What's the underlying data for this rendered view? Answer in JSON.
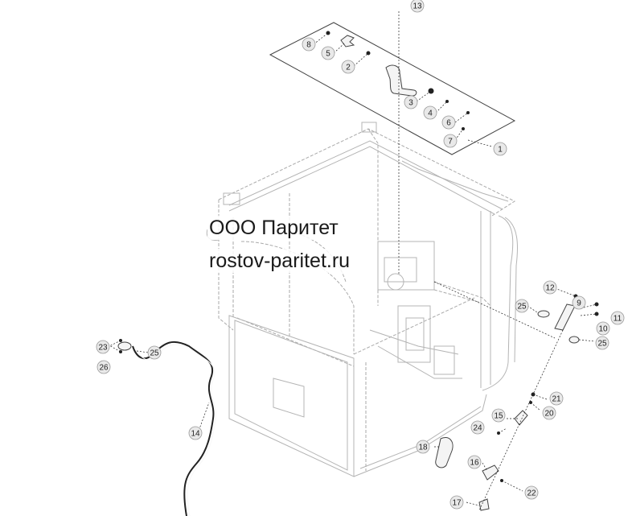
{
  "watermark": {
    "line1": "ООО Паритет",
    "line2": "rostov-paritet.ru"
  },
  "callouts": [
    {
      "id": "c1",
      "label": "1"
    },
    {
      "id": "c2",
      "label": "2"
    },
    {
      "id": "c3",
      "label": "3"
    },
    {
      "id": "c4",
      "label": "4"
    },
    {
      "id": "c5",
      "label": "5"
    },
    {
      "id": "c6",
      "label": "6"
    },
    {
      "id": "c7",
      "label": "7"
    },
    {
      "id": "c8",
      "label": "8"
    },
    {
      "id": "c9",
      "label": "9"
    },
    {
      "id": "c10",
      "label": "10"
    },
    {
      "id": "c11",
      "label": "11"
    },
    {
      "id": "c12",
      "label": "12"
    },
    {
      "id": "c13",
      "label": "13"
    },
    {
      "id": "c14",
      "label": "14"
    },
    {
      "id": "c15",
      "label": "15"
    },
    {
      "id": "c16",
      "label": "16"
    },
    {
      "id": "c17",
      "label": "17"
    },
    {
      "id": "c18",
      "label": "18"
    },
    {
      "id": "c20",
      "label": "20"
    },
    {
      "id": "c21",
      "label": "21"
    },
    {
      "id": "c22",
      "label": "22"
    },
    {
      "id": "c23",
      "label": "23"
    },
    {
      "id": "c24",
      "label": "24"
    },
    {
      "id": "c25a",
      "label": "25"
    },
    {
      "id": "c25b",
      "label": "25"
    },
    {
      "id": "c25c",
      "label": "25"
    },
    {
      "id": "c26",
      "label": "26"
    }
  ]
}
